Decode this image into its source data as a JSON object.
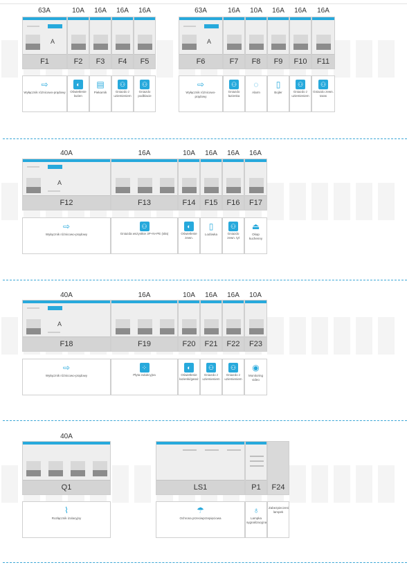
{
  "colors": {
    "accent": "#27a9dc",
    "device_body": "#eeeeee",
    "label_bar": "#d4d4d4"
  },
  "device_letter": "A",
  "groups": {
    "g1": {
      "ratings": [
        "63A",
        "10A",
        "16A",
        "16A",
        "16A",
        "63A",
        "16A",
        "10A",
        "16A",
        "16A",
        "16A"
      ],
      "labels": [
        "F1",
        "F2",
        "F3",
        "F4",
        "F5",
        "F6",
        "F7",
        "F8",
        "F9",
        "F10",
        "F11"
      ],
      "descs": [
        "Wyłącznik różnicowo-prądowy",
        "Oświetlenie łazien",
        "Piekarnik",
        "Gniazdo z uziemieniem",
        "Gniazdo podblacie",
        "Wyłącznik różnicowo-prądowy",
        "Gniazdo łazienka",
        "Alarm",
        "Bojler",
        "Gniazdo z uziemieniem",
        "Gniazdo zewn. taras"
      ],
      "icons": [
        "switch-icon",
        "lamp-icon",
        "oven-icon",
        "socket-icon",
        "socket-icon",
        "switch-icon",
        "socket-icon",
        "alarm-icon",
        "boiler-icon",
        "socket-icon",
        "socket-icon"
      ]
    },
    "g2": {
      "ratings": [
        "40A",
        "16A",
        "10A",
        "16A",
        "16A",
        "16A"
      ],
      "labels": [
        "F12",
        "F13",
        "F14",
        "F15",
        "F16",
        "F17"
      ],
      "descs": [
        "Wyłącznik różnicowo-prądowy",
        "Gniazda wszystkie 3P+N+PE (siła)",
        "Oświetlenie zewn.",
        "Lodówka",
        "Gniazdo zewn. tył",
        "Okap kuchenny"
      ],
      "icons": [
        "switch-icon",
        "socket-icon",
        "lamp-icon",
        "fridge-icon",
        "socket-icon",
        "hood-icon"
      ]
    },
    "g3": {
      "ratings": [
        "40A",
        "16A",
        "10A",
        "16A",
        "16A",
        "10A"
      ],
      "labels": [
        "F18",
        "F19",
        "F20",
        "F21",
        "F22",
        "F23"
      ],
      "descs": [
        "Wyłącznik różnicowo-prądowy",
        "Płyta indukcyjna",
        "Oświetlenie łazienki/garaż",
        "Gniazdo z uziemieniem",
        "Gniazdo z uziemieniem",
        "Monitoring video"
      ],
      "icons": [
        "switch-icon",
        "hob-icon",
        "lamp-icon",
        "socket-icon",
        "socket-icon",
        "eye-icon"
      ]
    },
    "g4": {
      "ratings": [
        "40A"
      ],
      "labels": [
        "Q1",
        "LS1",
        "P1",
        "F24"
      ],
      "descs": [
        "Rozłącznik izolacyjny",
        "Ochrona przeciwprzepięciowa",
        "Lampka sygnalizacyjna",
        "Zabezpieczenie lampek"
      ],
      "icons": [
        "isolator-icon",
        "surge-icon",
        "indicator-lamp-icon",
        ""
      ]
    }
  }
}
